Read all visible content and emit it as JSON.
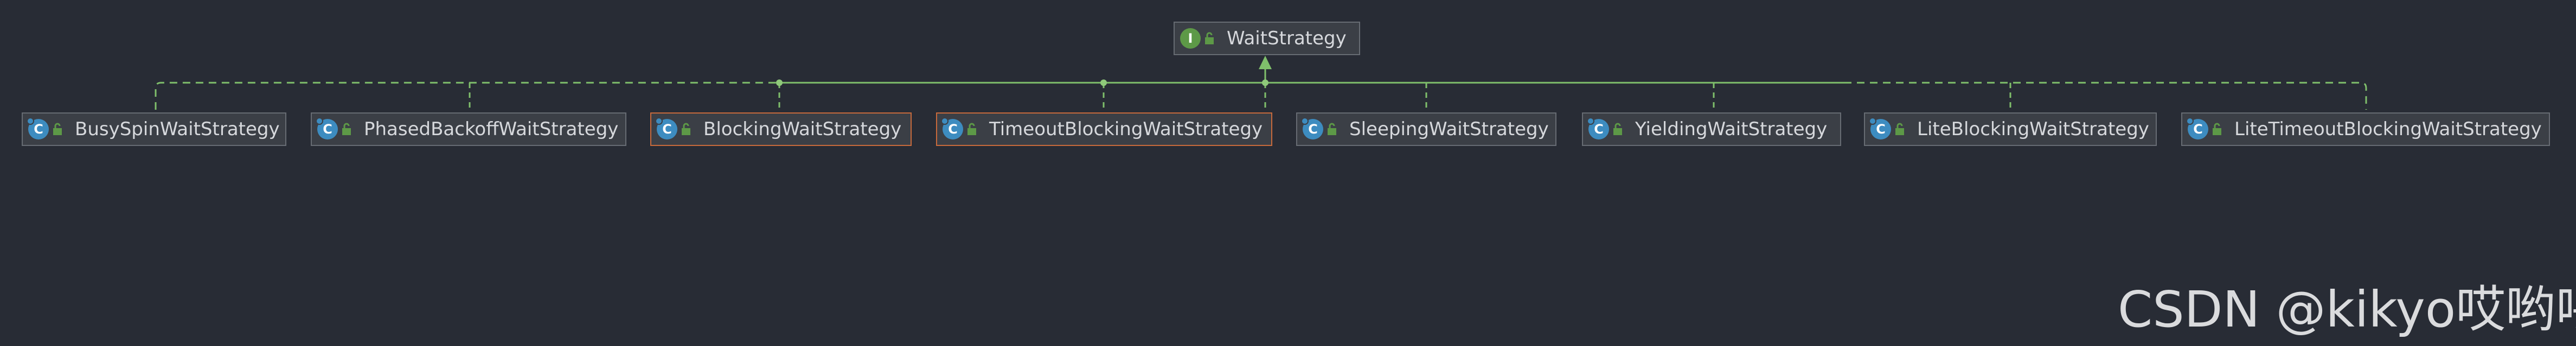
{
  "diagram": {
    "interface": {
      "name": "WaitStrategy",
      "kind_glyph": "I",
      "kind_icon": "interface-icon"
    },
    "implementations": [
      {
        "name": "BusySpinWaitStrategy",
        "kind_glyph": "C",
        "kind_icon": "class-icon"
      },
      {
        "name": "PhasedBackoffWaitStrategy",
        "kind_glyph": "C",
        "kind_icon": "class-icon"
      },
      {
        "name": "BlockingWaitStrategy",
        "kind_glyph": "C",
        "kind_icon": "class-icon"
      },
      {
        "name": "TimeoutBlockingWaitStrategy",
        "kind_glyph": "C",
        "kind_icon": "class-icon"
      },
      {
        "name": "SleepingWaitStrategy",
        "kind_glyph": "C",
        "kind_icon": "class-icon"
      },
      {
        "name": "YieldingWaitStrategy",
        "kind_glyph": "C",
        "kind_icon": "class-icon"
      },
      {
        "name": "LiteBlockingWaitStrategy",
        "kind_glyph": "C",
        "kind_icon": "class-icon"
      },
      {
        "name": "LiteTimeoutBlockingWaitStrategy",
        "kind_glyph": "C",
        "kind_icon": "class-icon"
      }
    ],
    "relationship": "implements"
  },
  "watermark": {
    "text": "CSDN @kikyo哎哟喂"
  },
  "colors": {
    "background": "#282c35",
    "edge": "#7fbf6b",
    "node_border": "#676c73",
    "highlight_border": "#c86a3c",
    "class_icon": "#3d8cc0",
    "interface_icon": "#5d9947"
  }
}
